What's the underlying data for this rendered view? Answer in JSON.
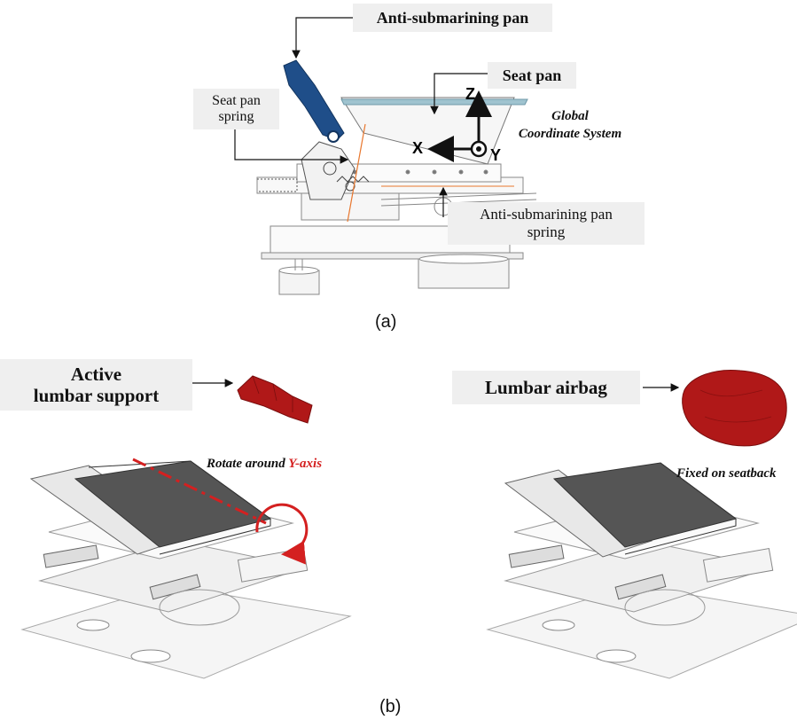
{
  "panel_a": {
    "labels": {
      "anti_submarining_pan": "Anti-submarining pan",
      "seat_pan": "Seat pan",
      "seat_pan_spring_line1": "Seat pan",
      "seat_pan_spring_line2": "spring",
      "asp_spring_line1": "Anti-submarining pan",
      "asp_spring_line2": "spring",
      "global_cs_line1": "Global",
      "global_cs_line2": "Coordinate System",
      "axis_z": "Z",
      "axis_x": "X",
      "axis_y": "Y"
    },
    "caption": "(a)"
  },
  "panel_b": {
    "left": {
      "label_line1": "Active",
      "label_line2": "lumbar support",
      "note_prefix": "Rotate around ",
      "note_highlight": "Y-axis"
    },
    "right": {
      "label": "Lumbar airbag",
      "note": "Fixed on seatback"
    },
    "caption": "(b)"
  },
  "colors": {
    "label_bg": "#efefef",
    "lumbar_red": "#b01818",
    "annotation_red": "#d42020",
    "pan_blue": "#1f4e89",
    "seat_gray": "#555555"
  }
}
